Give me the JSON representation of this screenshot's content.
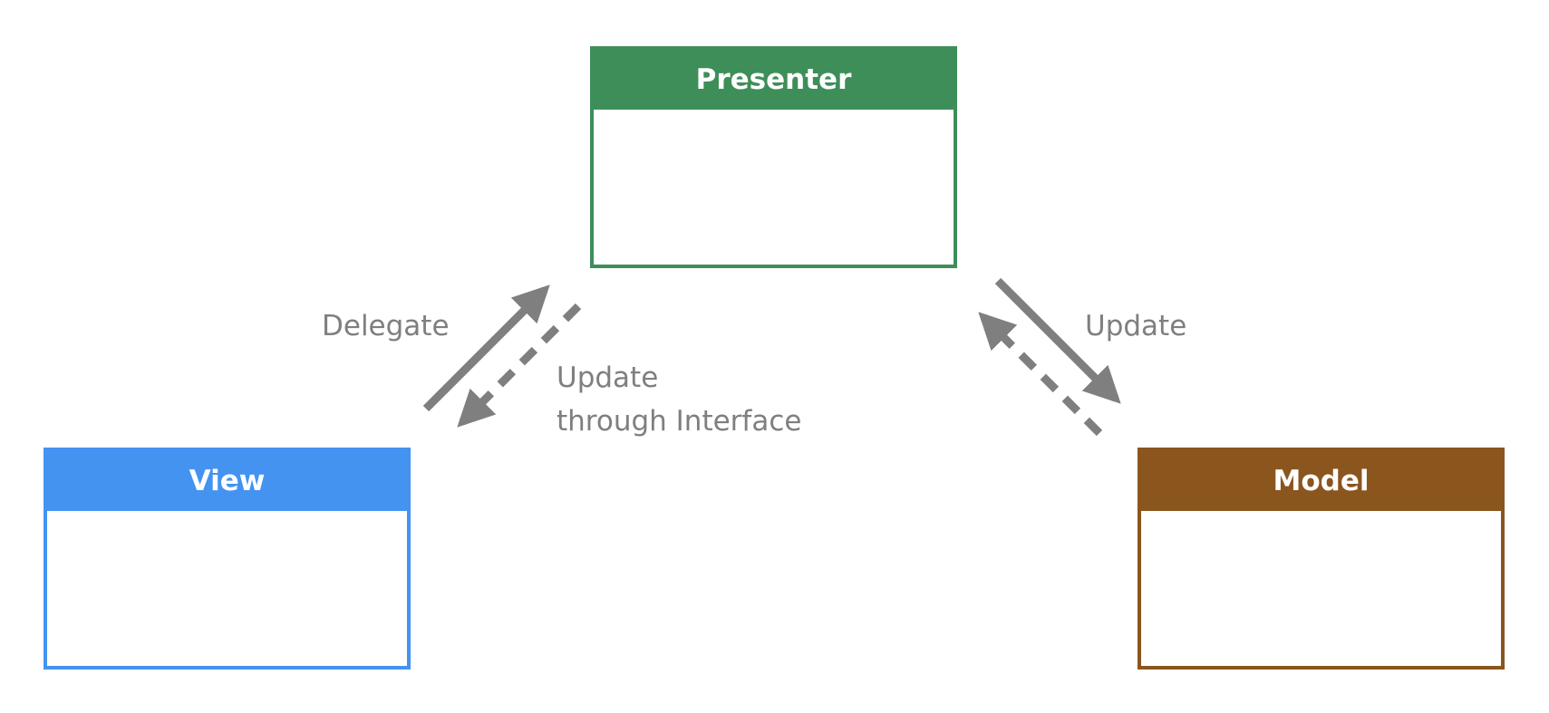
{
  "nodes": {
    "presenter": {
      "title": "Presenter",
      "color": "#3e8e59"
    },
    "view": {
      "title": "View",
      "color": "#4493f1"
    },
    "model": {
      "title": "Model",
      "color": "#8b551e"
    }
  },
  "edges": {
    "delegate": {
      "label": "Delegate",
      "from": "View",
      "to": "Presenter",
      "style": "solid"
    },
    "update_through_interface": {
      "label_line1": "Update",
      "label_line2": "through Interface",
      "from": "Presenter",
      "to": "View",
      "style": "dashed"
    },
    "update_model": {
      "label": "Update",
      "from": "Presenter",
      "to": "Model",
      "style": "solid"
    },
    "model_to_presenter": {
      "from": "Model",
      "to": "Presenter",
      "style": "dashed"
    }
  },
  "colors": {
    "arrow": "#7f7f7f"
  }
}
